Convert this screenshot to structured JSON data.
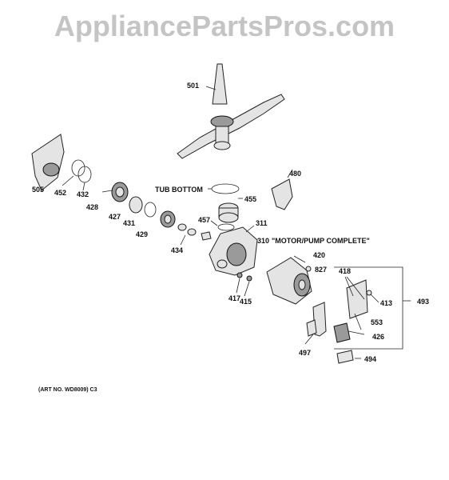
{
  "watermark": {
    "text": "AppliancePartsPros.com",
    "color": "#c4c4c4"
  },
  "labels": {
    "tub_bottom": "TUB BOTTOM",
    "motor_pump_number": "310",
    "motor_pump": "\"MOTOR/PUMP COMPLETE\"",
    "art_no": "(ART NO. WD8009) C3"
  },
  "callouts": {
    "p501": "501",
    "p480": "480",
    "p505": "505",
    "p452": "452",
    "p432": "432",
    "p428": "428",
    "p427": "427",
    "p431": "431",
    "p429": "429",
    "p455": "455",
    "p457": "457",
    "p311": "311",
    "p434": "434",
    "p420": "420",
    "p827": "827",
    "p418": "418",
    "p413": "413",
    "p493": "493",
    "p417": "417",
    "p415": "415",
    "p553": "553",
    "p426": "426",
    "p497": "497",
    "p494": "494"
  }
}
